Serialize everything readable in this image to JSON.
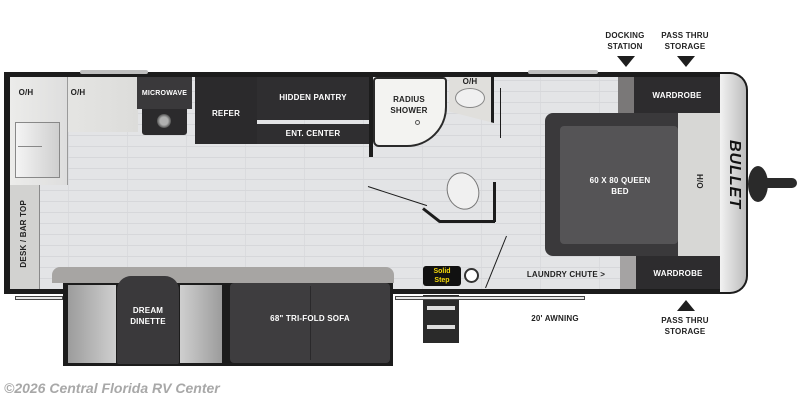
{
  "floorplan": {
    "brand": "BULLET",
    "rooms": {
      "oh_left_1": "O/H",
      "oh_left_2": "O/H",
      "microwave": "MICROWAVE",
      "refer": "REFER",
      "hidden_pantry": "HIDDEN PANTRY",
      "ent_center": "ENT. CENTER",
      "radius_shower": "RADIUS SHOWER",
      "oh_bath": "O/H",
      "wardrobe_top": "WARDROBE",
      "wardrobe_bottom": "WARDROBE",
      "queen_bed": "60 X 80 QUEEN BED",
      "ho": "H/O",
      "desk_bar_top": "DESK / BAR TOP",
      "dream_dinette": "DREAM DINETTE",
      "sofa": "68\" TRI-FOLD SOFA",
      "laundry_chute": "LAUNDRY CHUTE >"
    },
    "callouts": {
      "docking_station": "DOCKING STATION",
      "pass_thru_top": "PASS THRU STORAGE",
      "pass_thru_bottom": "PASS THRU STORAGE",
      "awning": "20' AWNING"
    },
    "badges": {
      "solid_step_line1": "Solid",
      "solid_step_line2": "Step"
    }
  },
  "watermark": "©2026 Central Florida RV Center",
  "colors": {
    "cabinet_dark": "#2b2a2c",
    "floor": "#e3e4e6",
    "wall": "#1c1c1c",
    "solid_step_yellow": "#f5d90a"
  }
}
